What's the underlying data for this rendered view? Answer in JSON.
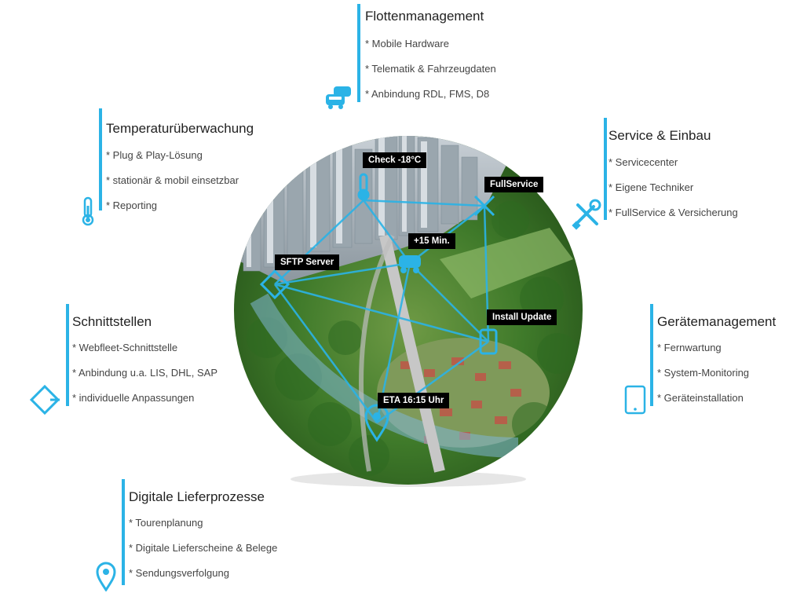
{
  "accent_color": "#2bb3e6",
  "sections": {
    "flotte": {
      "title": "Flottenmanagement",
      "items": [
        "* Mobile Hardware",
        "* Telematik & Fahrzeugdaten",
        "* Anbindung RDL, FMS, D8"
      ],
      "icon": "cars-icon"
    },
    "temp": {
      "title": "Temperaturüberwachung",
      "items": [
        "* Plug & Play-Lösung",
        "* stationär & mobil einsetzbar",
        "* Reporting"
      ],
      "icon": "thermometer-icon"
    },
    "service": {
      "title": "Service & Einbau",
      "items": [
        "* Servicecenter",
        "* Eigene Techniker",
        "* FullService & Versicherung"
      ],
      "icon": "tools-icon"
    },
    "schnitt": {
      "title": "Schnittstellen",
      "items": [
        "* Webfleet-Schnittstelle",
        "* Anbindung u.a. LIS, DHL, SAP",
        "* individuelle Anpassungen"
      ],
      "icon": "interface-diamond-icon"
    },
    "geraete": {
      "title": "Gerätemanagement",
      "items": [
        "* Fernwartung",
        "* System-Monitoring",
        "* Geräteinstallation"
      ],
      "icon": "tablet-icon"
    },
    "liefer": {
      "title": "Digitale Lieferprozesse",
      "items": [
        "* Tourenplanung",
        "* Digitale Lieferscheine & Belege",
        "* Sendungsverfolgung"
      ],
      "icon": "location-pin-icon"
    }
  },
  "globe_labels": {
    "check": "Check -18°C",
    "fullservice": "FullService",
    "plus15": "+15 Min.",
    "sftp": "SFTP Server",
    "install": "Install Update",
    "eta": "ETA 16:15 Uhr"
  }
}
